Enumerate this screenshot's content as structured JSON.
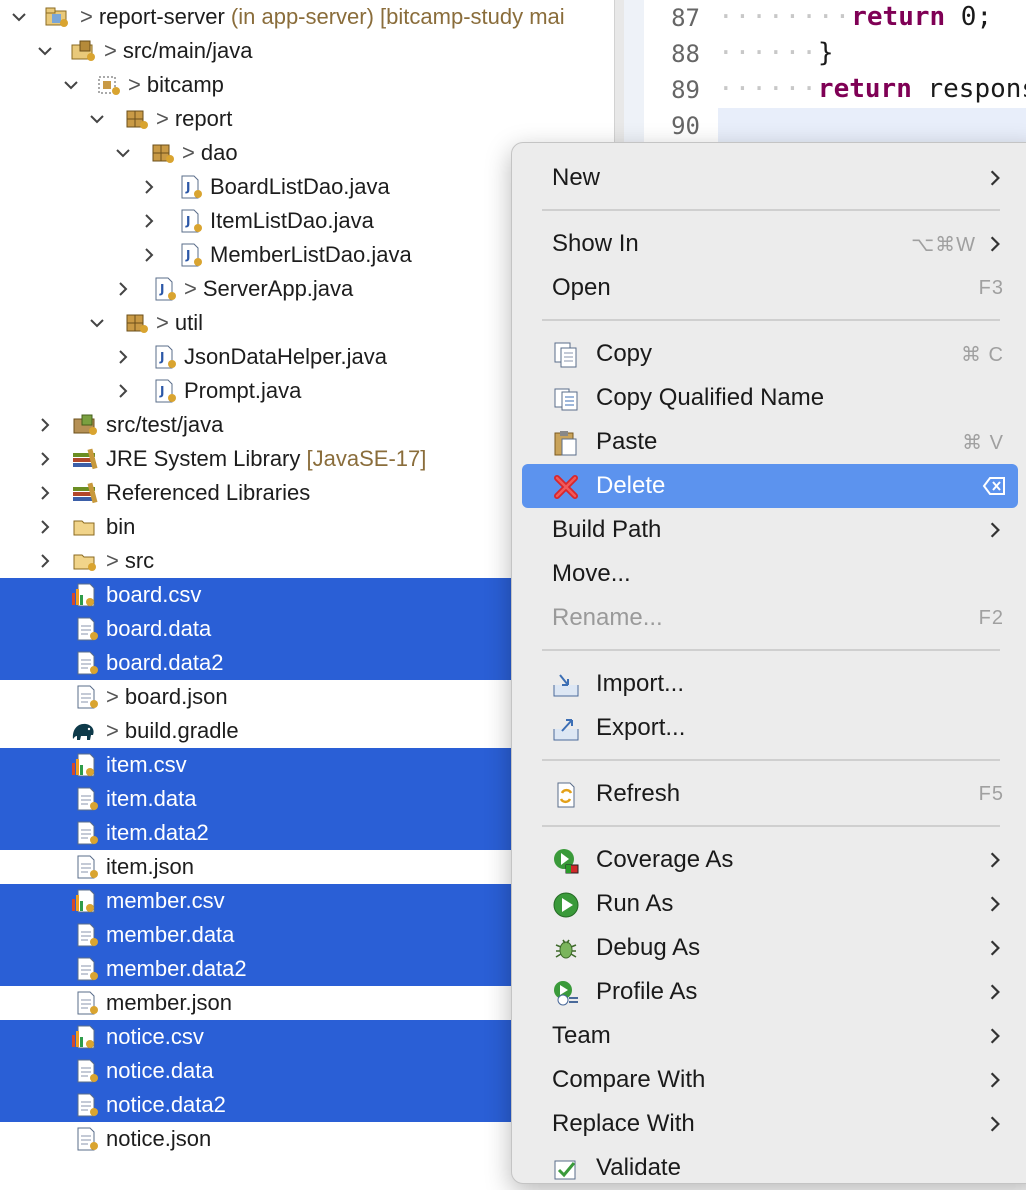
{
  "tree": {
    "project": {
      "name": "report-server",
      "decoration": "(in app-server) [bitcamp-study mai"
    },
    "rows": [
      {
        "label": "src/main/java"
      },
      {
        "label": "bitcamp"
      },
      {
        "label": "report"
      },
      {
        "label": "dao"
      },
      {
        "label": "BoardListDao.java"
      },
      {
        "label": "ItemListDao.java"
      },
      {
        "label": "MemberListDao.java"
      },
      {
        "label": "ServerApp.java"
      },
      {
        "label": "util"
      },
      {
        "label": "JsonDataHelper.java"
      },
      {
        "label": "Prompt.java"
      },
      {
        "label": "src/test/java"
      },
      {
        "label": "JRE System Library",
        "decoration": "[JavaSE-17]"
      },
      {
        "label": "Referenced Libraries"
      },
      {
        "label": "bin"
      },
      {
        "label": "src"
      },
      {
        "label": "board.csv"
      },
      {
        "label": "board.data"
      },
      {
        "label": "board.data2"
      },
      {
        "label": "board.json"
      },
      {
        "label": "build.gradle"
      },
      {
        "label": "item.csv"
      },
      {
        "label": "item.data"
      },
      {
        "label": "item.data2"
      },
      {
        "label": "item.json"
      },
      {
        "label": "member.csv"
      },
      {
        "label": "member.data"
      },
      {
        "label": "member.data2"
      },
      {
        "label": "member.json"
      },
      {
        "label": "notice.csv"
      },
      {
        "label": "notice.data"
      },
      {
        "label": "notice.data2"
      },
      {
        "label": "notice.json"
      }
    ]
  },
  "editor": {
    "lines": [
      {
        "num": "87",
        "dots": "········",
        "kw": "return",
        "rest": " 0;"
      },
      {
        "num": "88",
        "dots": "······",
        "kw": "",
        "rest": "}"
      },
      {
        "num": "89",
        "dots": "······",
        "kw": "return",
        "rest": " response"
      },
      {
        "num": "90",
        "dots": "",
        "kw": "",
        "rest": ""
      }
    ]
  },
  "menu": {
    "items": [
      {
        "label": "New",
        "shortcut": ""
      },
      {
        "label": "Show In",
        "shortcut": "⌥⌘W"
      },
      {
        "label": "Open",
        "shortcut": "F3"
      },
      {
        "label": "Copy",
        "shortcut": "⌘ C",
        "icon": "copy-icon"
      },
      {
        "label": "Copy Qualified Name",
        "shortcut": "",
        "icon": "copy-qualified-name-icon"
      },
      {
        "label": "Paste",
        "shortcut": "⌘ V",
        "icon": "paste-icon"
      },
      {
        "label": "Delete",
        "shortcut": "",
        "icon": "delete-icon"
      },
      {
        "label": "Build Path",
        "shortcut": ""
      },
      {
        "label": "Move...",
        "shortcut": ""
      },
      {
        "label": "Rename...",
        "shortcut": "F2"
      },
      {
        "label": "Import...",
        "shortcut": "",
        "icon": "import-icon"
      },
      {
        "label": "Export...",
        "shortcut": "",
        "icon": "export-icon"
      },
      {
        "label": "Refresh",
        "shortcut": "F5",
        "icon": "refresh-icon"
      },
      {
        "label": "Coverage As",
        "shortcut": "",
        "icon": "coverage-icon"
      },
      {
        "label": "Run As",
        "shortcut": "",
        "icon": "run-icon"
      },
      {
        "label": "Debug As",
        "shortcut": "",
        "icon": "debug-icon"
      },
      {
        "label": "Profile As",
        "shortcut": "",
        "icon": "profile-icon"
      },
      {
        "label": "Team",
        "shortcut": ""
      },
      {
        "label": "Compare With",
        "shortcut": ""
      },
      {
        "label": "Replace With",
        "shortcut": ""
      },
      {
        "label": "Validate",
        "shortcut": ""
      }
    ]
  },
  "colors": {
    "selection": "#2a5fd6",
    "menu_highlight": "#5c93ee",
    "menu_bg": "#ececec"
  }
}
